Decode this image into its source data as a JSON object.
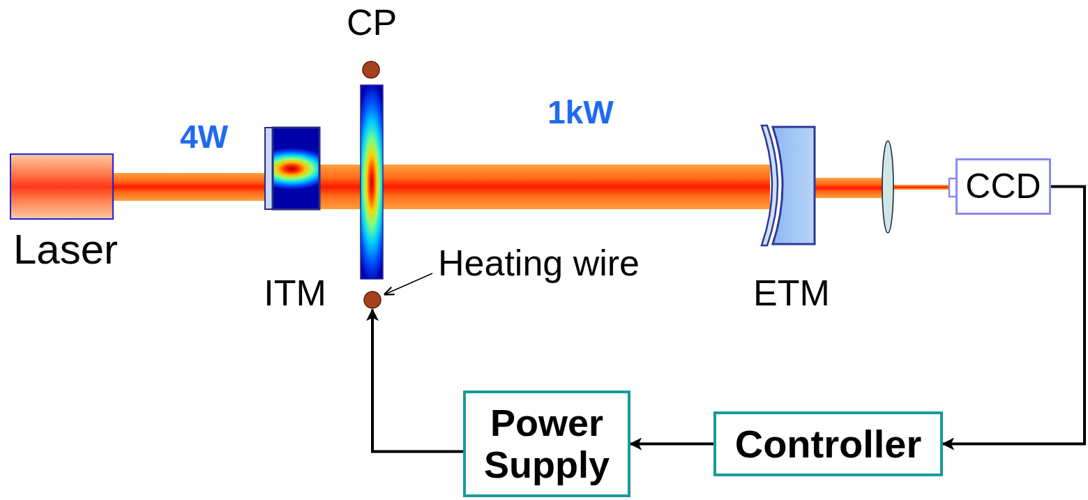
{
  "diagram": {
    "nodes": [
      {
        "text": [
          "CP"
        ]
      },
      {
        "text": [
          "Laser"
        ]
      },
      {
        "text": [
          "ITM"
        ]
      },
      {
        "text": [
          "ETM"
        ]
      },
      {
        "text": [
          "CCD"
        ]
      },
      {
        "text": [
          "Power Supply"
        ]
      },
      {
        "text": [
          "Controller"
        ]
      }
    ],
    "edges": [
      {
        "from": 4,
        "to": 6,
        "arrow": "to"
      },
      {
        "from": 6,
        "to": 5,
        "arrow": "to"
      },
      {
        "from": 5,
        "to": 0,
        "arrow": "to"
      }
    ],
    "labels": [
      "4W",
      "1kW",
      "Heating wire"
    ]
  }
}
